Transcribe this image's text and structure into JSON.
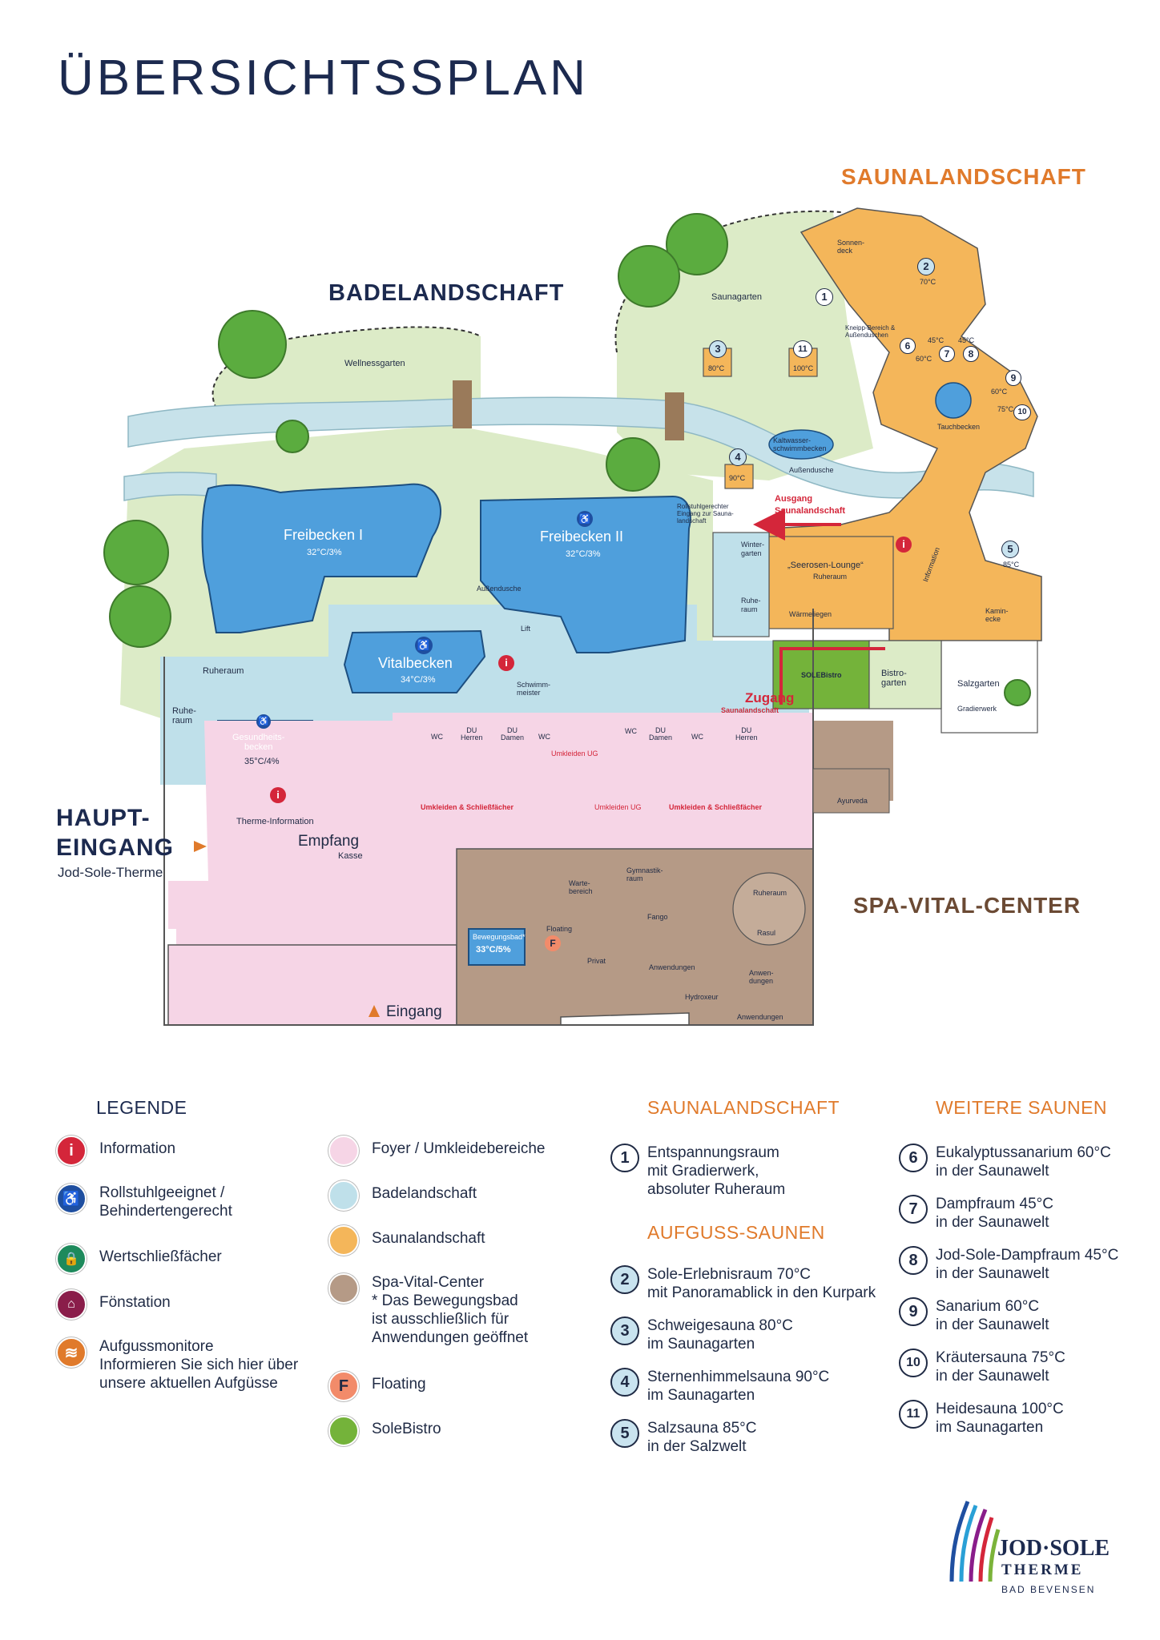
{
  "title": "ÜBERSICHTSSPLAN",
  "regions": {
    "badelandschaft": "BADELANDSCHAFT",
    "saunalandschaft": "SAUNALANDSCHAFT",
    "spa_vital": "SPA-VITAL-CENTER",
    "haupteingang_1": "HAUPT-",
    "haupteingang_2": "EINGANG",
    "haupteingang_sub": "Jod-Sole-Therme"
  },
  "colors": {
    "foyer": "#f6d5e6",
    "bade": "#bfe0ea",
    "sauna": "#f4b65a",
    "spa": "#b59a86",
    "bistro": "#74b33a",
    "garden": "#dcebc7",
    "pool": "#4f9fdc",
    "river": "#c7e2ea",
    "navy": "#1c2a4f",
    "orange_text": "#e07a2b",
    "red": "#d4263a"
  },
  "map_labels": {
    "freibecken1": "Freibecken I",
    "freibecken1_temp": "32°C/3%",
    "freibecken2": "Freibecken II",
    "freibecken2_temp": "32°C/3%",
    "vitalbecken": "Vitalbecken",
    "vitalbecken_temp": "34°C/3%",
    "gesundheitsbecken": "Gesundheits-\nbecken",
    "gesundheitsbecken_temp": "35°C/4%",
    "bewegungsbad": "Bewegungsbad*",
    "bewegungsbad_temp": "33°C/5%",
    "wellnessgarten": "Wellnessgarten",
    "saunagarten": "Saunagarten",
    "ruheraum_top": "Ruheraum",
    "ruheraum_left": "Ruhe-\nraum",
    "therme_info": "Therme-Information",
    "empfang": "Empfang",
    "kasse": "Kasse",
    "eingang": "Eingang",
    "umkleiden1": "Umkleiden & Schließfächer",
    "umkleiden2": "Umkleiden & Schließfächer",
    "umkleiden_ug1": "Umkleiden UG",
    "umkleiden_ug2": "Umkleiden UG",
    "zugang": "Zugang",
    "zugang_sub": "Saunalandschaft",
    "ausgang": "Ausgang",
    "ausgang_sub": "Saunalandschaft",
    "seerosen": "„Seerosen-Lounge“",
    "seerosen_sub": "Ruheraum",
    "waermeliegen": "Wärmeliegen",
    "wintergarten": "Winter-\ngarten",
    "ruheraum_sauna": "Ruhe-\nraum",
    "solebistro": "SOLEBistro",
    "bistrogarten": "Bistro-\ngarten",
    "salzgarten": "Salzgarten",
    "gradierwerk": "Gradierwerk",
    "kaltwasser": "Kaltwasser-\nschwimmbecken",
    "aussendusche": "Außendusche",
    "aussendusche2": "Außendusche",
    "gymnastik": "Gymnastik-\nraum",
    "ruheraum_spa": "Ruheraum",
    "warte": "Warte-\nbereich",
    "fango": "Fango",
    "rasul": "Rasul",
    "privat": "Privat",
    "anwendungen1": "Anwendungen",
    "anwendungen2": "Anwen-\ndungen",
    "anwendungen3": "Anwendungen",
    "hydroxeur": "Hydroxeur",
    "floating": "Floating",
    "ayurveda": "Ayurveda",
    "schwimmmeister": "Schwimm-\nmeister",
    "lift": "Lift",
    "sonnendeck": "Sonnen-\ndeck",
    "teuchbecken": "Tauchbecken",
    "kamin": "Kamin-\necke",
    "information_sauna": "Information",
    "wc": "WC",
    "du_herren": "DU\nHerren",
    "du_damen": "DU\nDamen",
    "rollstuhl_text": "Rollstuhlgerechter\nEingang zur Sauna-\nlandschaft",
    "kneipp": "Kneipp-Bereich &\nAußenduschen",
    "sauna_temps": {
      "s2": "70°C",
      "s3": "80°C",
      "s4": "90°C",
      "s5": "85°C",
      "s11": "100°C",
      "s6": "60°C",
      "s7": "45°C",
      "s8": "45°C",
      "s9": "60°C",
      "s10": "75°C"
    }
  },
  "legend": {
    "title": "LEGENDE",
    "items": [
      {
        "icon": "info-icon",
        "text": "Information",
        "color": "#d4263a",
        "glyph": "i"
      },
      {
        "icon": "wheelchair-icon",
        "text": "Rollstuhlgeeignet /\nBehindertengerecht",
        "color": "#1f4fa0",
        "glyph": "♿"
      },
      {
        "icon": "lock-icon",
        "text": "Wertschließfächer",
        "color": "#1e8a5c",
        "glyph": "🔒"
      },
      {
        "icon": "hairdryer-icon",
        "text": "Fönstation",
        "color": "#8a1d4a",
        "glyph": "⌂"
      },
      {
        "icon": "steam-icon",
        "text": "Aufgussmonitore\nInformieren Sie sich hier über\nunsere aktuellen Aufgüsse",
        "color": "#e07a2b",
        "glyph": "≋"
      }
    ],
    "areas": [
      {
        "text": "Foyer / Umkleidebereiche",
        "color": "#f6d5e6",
        "glyph": ""
      },
      {
        "text": "Badelandschaft",
        "color": "#bfe0ea",
        "glyph": ""
      },
      {
        "text": "Saunalandschaft",
        "color": "#f4b65a",
        "glyph": ""
      },
      {
        "text": "Spa-Vital-Center\n* Das Bewegungsbad\n   ist ausschließlich für\n   Anwendungen geöffnet",
        "color": "#b59a86",
        "glyph": ""
      },
      {
        "text": "Floating",
        "color": "#f28b6a",
        "glyph": "F"
      },
      {
        "text": "SoleBistro",
        "color": "#74b33a",
        "glyph": ""
      }
    ]
  },
  "sauna_section": {
    "title": "SAUNALANDSCHAFT",
    "item1": {
      "num": "1",
      "text": "Entspannungsraum\nmit Gradierwerk,\nabsoluter Ruheraum"
    },
    "aufguss_title": "AUFGUSS-SAUNEN",
    "aufguss": [
      {
        "num": "2",
        "text": "Sole-Erlebnisraum 70°C\nmit Panoramablick in den Kurpark"
      },
      {
        "num": "3",
        "text": "Schweigesauna 80°C\nim Saunagarten"
      },
      {
        "num": "4",
        "text": "Sternenhimmelsauna 90°C\nim Saunagarten"
      },
      {
        "num": "5",
        "text": "Salzsauna 85°C\nin der Salzwelt"
      }
    ]
  },
  "weitere": {
    "title": "WEITERE SAUNEN",
    "items": [
      {
        "num": "6",
        "text": "Eukalyptussanarium 60°C\nin der Saunawelt"
      },
      {
        "num": "7",
        "text": "Dampfraum 45°C\nin der Saunawelt"
      },
      {
        "num": "8",
        "text": "Jod-Sole-Dampfraum 45°C\nin der Saunawelt"
      },
      {
        "num": "9",
        "text": "Sanarium 60°C\nin der Saunawelt"
      },
      {
        "num": "10",
        "text": "Kräutersauna 75°C\nin der Saunawelt"
      },
      {
        "num": "11",
        "text": "Heidesauna 100°C\nim Saunagarten"
      }
    ]
  },
  "logo": {
    "line1": "JOD·SOLE",
    "line2": "THERME",
    "line3": "BAD BEVENSEN"
  }
}
